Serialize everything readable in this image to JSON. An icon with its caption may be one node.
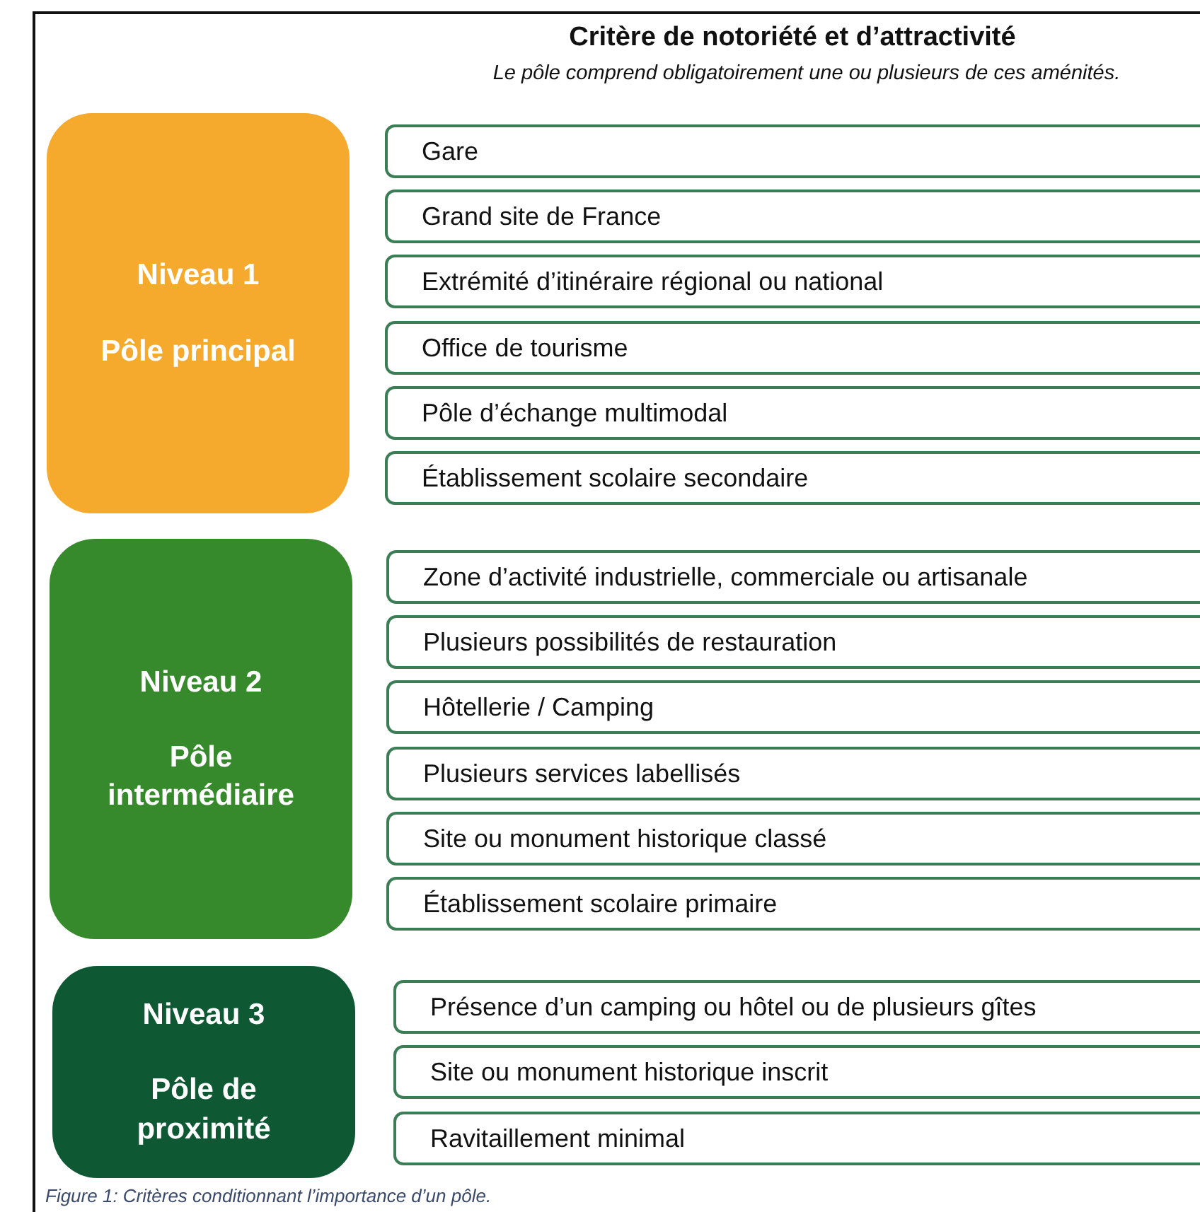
{
  "diagram": {
    "title": "Critère de notoriété et d’attractivité",
    "caption": "Figure 1: Critères conditionnant l’importance d’un pôle.",
    "labels": [
      "Le pôle comprend obligatoirement une ou plusieurs de ces aménités."
    ],
    "nodes": [
      {
        "text": [
          "Niveau 1",
          "Pôle principal"
        ]
      },
      {
        "text": [
          "Gare"
        ]
      },
      {
        "text": [
          "Grand site de France"
        ]
      },
      {
        "text": [
          "Extrémité d’itinéraire régional ou national"
        ]
      },
      {
        "text": [
          "Office de tourisme"
        ]
      },
      {
        "text": [
          "Pôle d’échange multimodal"
        ]
      },
      {
        "text": [
          "Établissement scolaire secondaire"
        ]
      },
      {
        "text": [
          "Niveau 2",
          "Pôle intermédiaire"
        ]
      },
      {
        "text": [
          "Zone d’activité industrielle, commerciale ou artisanale"
        ]
      },
      {
        "text": [
          "Plusieurs possibilités de restauration"
        ]
      },
      {
        "text": [
          "Hôtellerie / Camping"
        ]
      },
      {
        "text": [
          "Plusieurs services labellisés"
        ]
      },
      {
        "text": [
          "Site ou monument historique classé"
        ]
      },
      {
        "text": [
          "Établissement scolaire primaire"
        ]
      },
      {
        "text": [
          "Niveau 3",
          "Pôle de proximité"
        ]
      },
      {
        "text": [
          "Présence d’un camping ou hôtel ou de plusieurs gîtes"
        ]
      },
      {
        "text": [
          "Site ou monument historique inscrit"
        ]
      },
      {
        "text": [
          "Ravitaillement minimal"
        ]
      }
    ]
  }
}
